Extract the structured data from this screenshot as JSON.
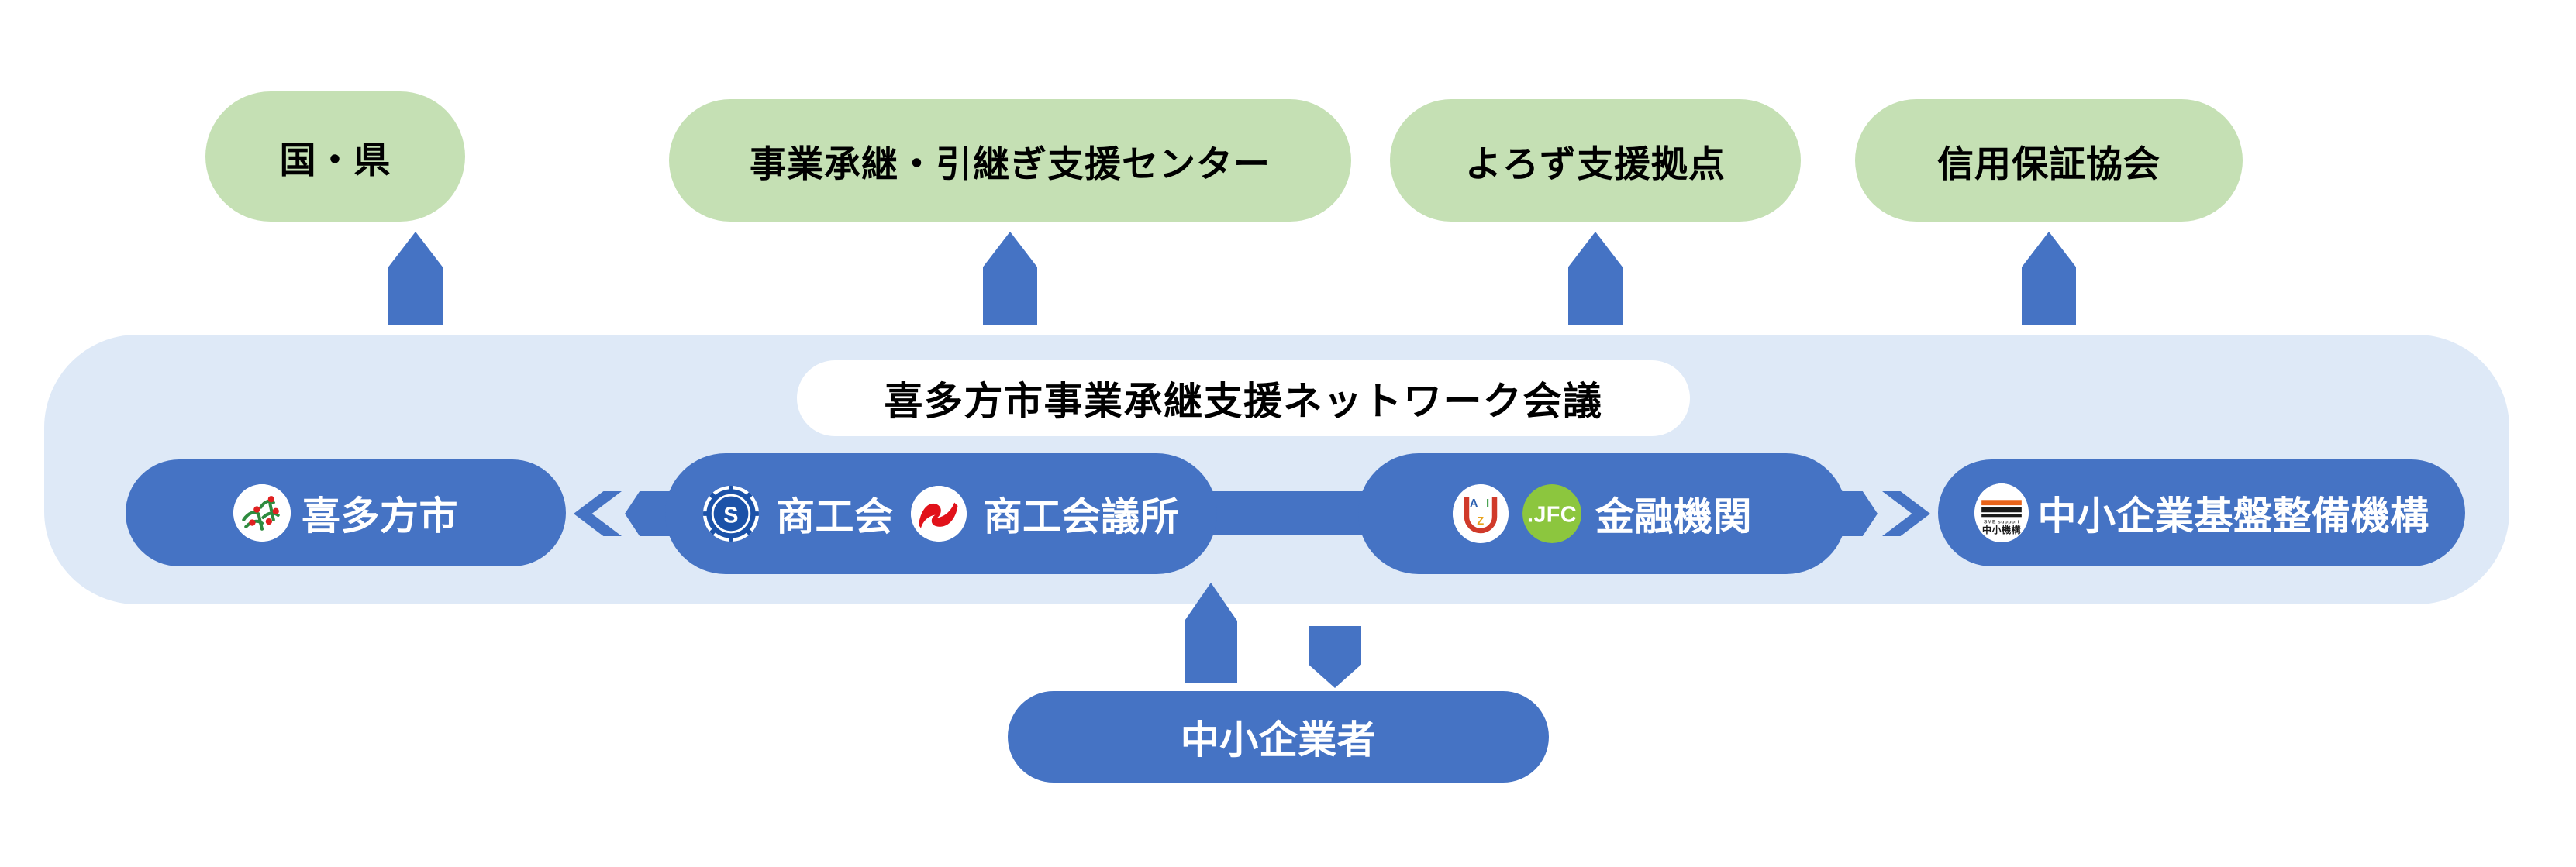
{
  "diagram": {
    "title": "喜多方市事業承継支援ネットワーク会議",
    "type": "organization-network-diagram",
    "colors": {
      "green_pill": "#c5e0b4",
      "blue_pill": "#4573c4",
      "container": "#dee9f7",
      "title_pill": "#ffffff",
      "arrow": "#4573c4",
      "text_dark": "#000000",
      "text_light": "#ffffff"
    }
  },
  "top_partners": [
    {
      "label": "国・県"
    },
    {
      "label": "事業承継・引継ぎ支援センター"
    },
    {
      "label": "よろず支援拠点"
    },
    {
      "label": "信用保証協会"
    }
  ],
  "network": {
    "title": "喜多方市事業承継支援ネットワーク会議",
    "members": [
      {
        "label": "喜多方市",
        "logo": "kitakata-city-logo"
      },
      {
        "label": "商工会",
        "logo": "shokokai-logo"
      },
      {
        "label": "商工会議所",
        "logo": "chamber-of-commerce-logo"
      },
      {
        "label": "金融機関",
        "logo_primary": "aizu-bank-logo",
        "logo_secondary": "jfc-logo"
      },
      {
        "label": "中小企業基盤整備機構",
        "logo": "smrj-logo"
      }
    ]
  },
  "bottom": {
    "label": "中小企業者"
  },
  "arrows": {
    "to_partner_1": "arrow-up",
    "to_partner_2": "arrow-up",
    "to_partner_3": "arrow-up",
    "to_partner_4": "arrow-up",
    "from_business": "arrow-up",
    "to_business": "arrow-down",
    "left_chevrons": "chevron-left",
    "right_chevrons": "chevron-right"
  }
}
